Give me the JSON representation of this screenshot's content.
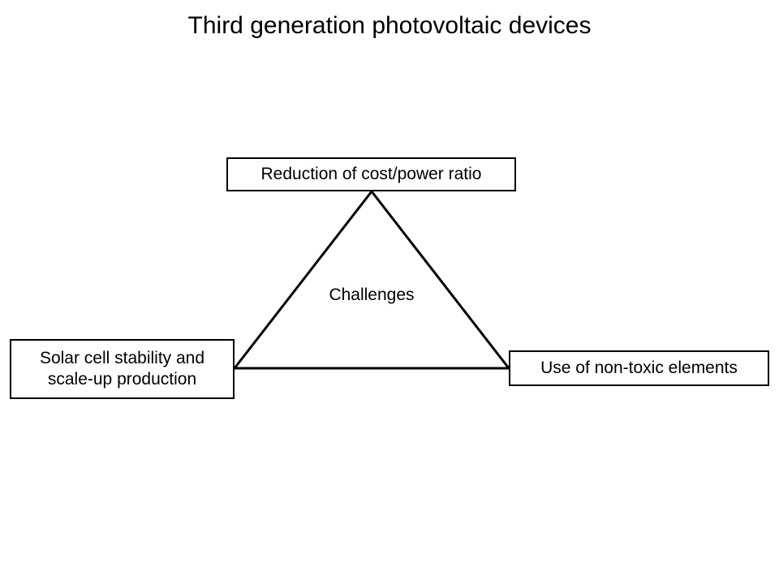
{
  "title": "Third generation photovoltaic devices",
  "center_label": "Challenges",
  "nodes": {
    "top": "Reduction of cost/power ratio",
    "left_line1": "Solar cell stability and",
    "left_line2": "scale-up production",
    "right": "Use of non-toxic elements"
  },
  "colors": {
    "stroke": "#000000",
    "background": "#ffffff"
  }
}
